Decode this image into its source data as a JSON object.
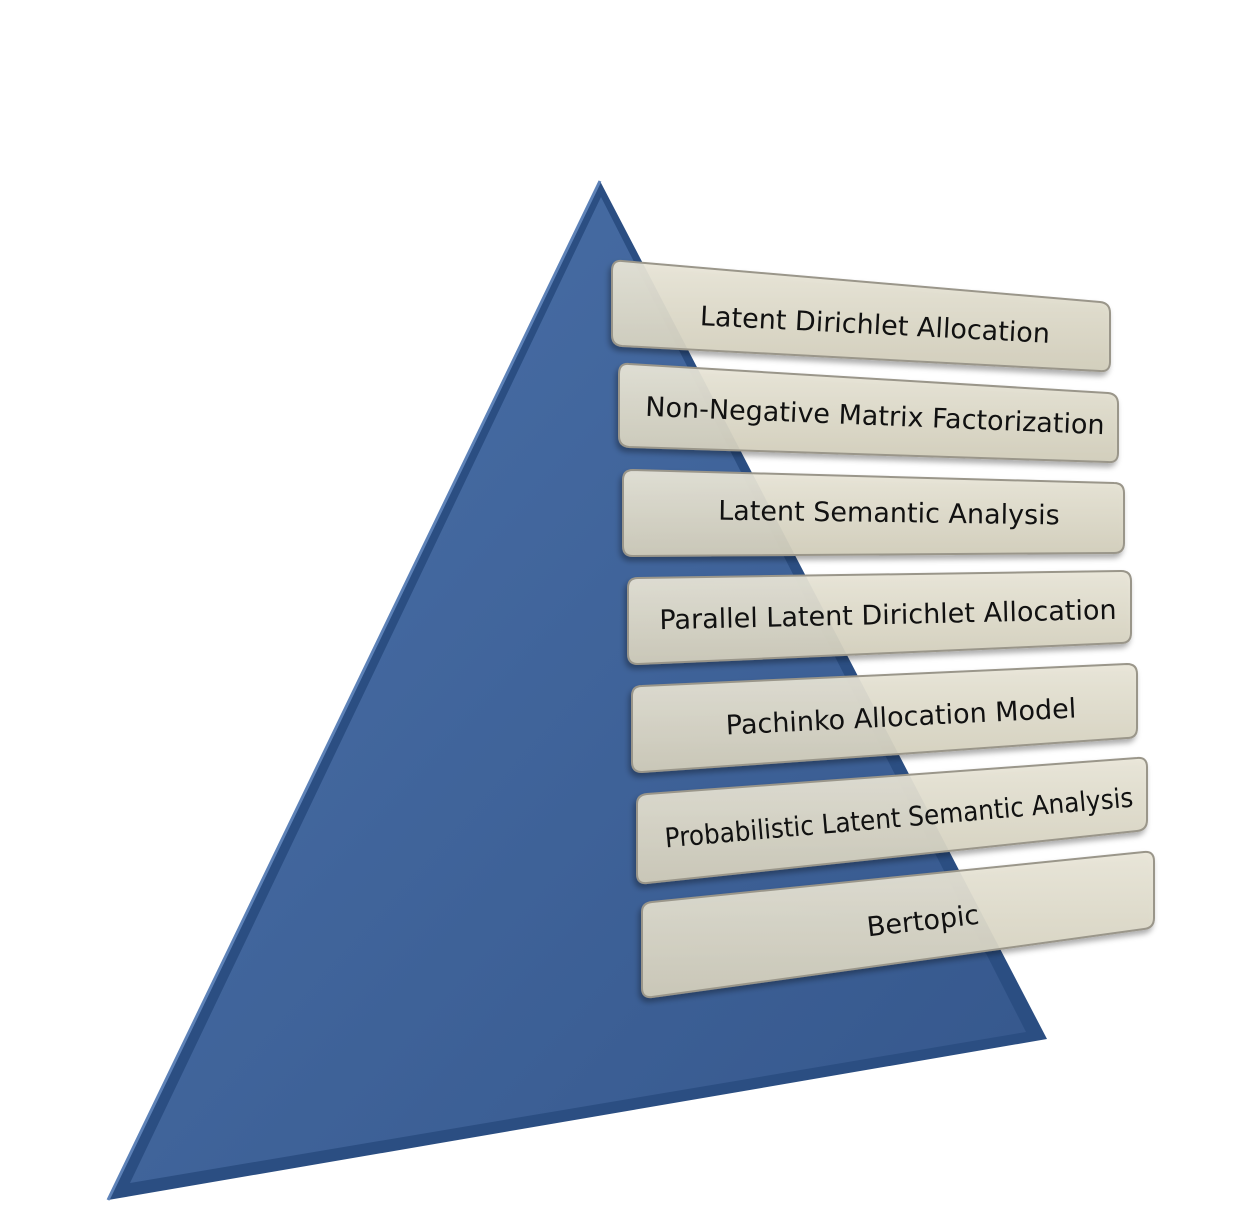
{
  "diagram": {
    "items": [
      {
        "label": "Latent Dirichlet Allocation"
      },
      {
        "label": "Non-Negative Matrix Factorization"
      },
      {
        "label": "Latent Semantic Analysis"
      },
      {
        "label": "Parallel Latent Dirichlet Allocation"
      },
      {
        "label": "Pachinko Allocation Model"
      },
      {
        "label": "Probabilistic Latent Semantic Analysis"
      },
      {
        "label": "Bertopic"
      }
    ],
    "colors": {
      "pyramid_fill": "#3d5f94",
      "pyramid_edge": "#2b4e82",
      "bar_fill": "#ddd9c6",
      "bar_border": "#9a968a",
      "text": "#111111"
    }
  }
}
